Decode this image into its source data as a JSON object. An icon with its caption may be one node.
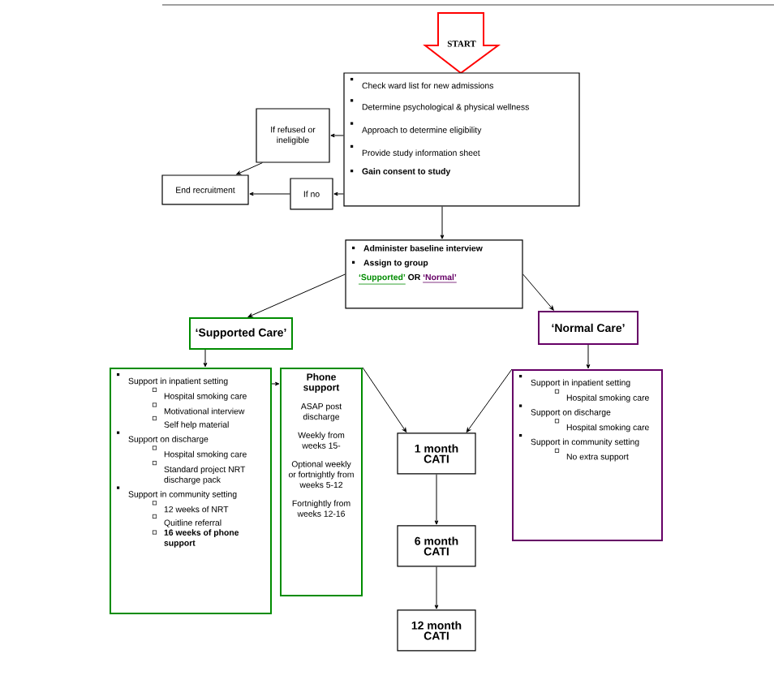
{
  "diagram": {
    "nodes": [
      {
        "text": [
          "START"
        ]
      },
      {
        "text": [
          "Check ward list for new admissions",
          "Determine psychological & physical wellness",
          "Approach to determine eligibility",
          "Provide study information sheet",
          "Gain consent to study"
        ]
      },
      {
        "text": [
          "If refused or ineligible"
        ]
      },
      {
        "text": [
          "If no"
        ]
      },
      {
        "text": [
          "End recruitment"
        ]
      },
      {
        "text": [
          "Administer baseline interview",
          "Assign to group",
          "‘Supported’",
          "OR",
          "‘Normal’"
        ]
      },
      {
        "text": [
          "‘Supported Care’"
        ]
      },
      {
        "text": [
          "‘Normal Care’"
        ]
      },
      {
        "text": [
          "Support in inpatient setting",
          "Hospital smoking care",
          "Motivational interview",
          "Self help material",
          "Support on discharge",
          "Hospital smoking care",
          "Standard project NRT discharge pack",
          "Support in community setting",
          "12 weeks of NRT",
          "Quitline referral",
          "16 weeks of phone support"
        ]
      },
      {
        "text": [
          "Phone support",
          "ASAP post discharge",
          "Weekly from weeks 15-",
          "Optional weekly or fortnightly from weeks 5-12",
          "Fortnightly from weeks 12-16"
        ]
      },
      {
        "text": [
          "1 month CATI"
        ]
      },
      {
        "text": [
          "6 month CATI"
        ]
      },
      {
        "text": [
          "12 month CATI"
        ]
      },
      {
        "text": [
          "Support in inpatient setting",
          "Hospital smoking care",
          "Support on discharge",
          "Hospital smoking care",
          "Support in community setting",
          "No extra support"
        ]
      }
    ],
    "edges": [
      {
        "from": 1,
        "to": 2,
        "arrow": "to"
      },
      {
        "from": 1,
        "to": 3,
        "arrow": "to"
      },
      {
        "from": 2,
        "to": 4,
        "arrow": "to"
      },
      {
        "from": 3,
        "to": 4,
        "arrow": "to"
      },
      {
        "from": 1,
        "to": 5,
        "arrow": "to"
      },
      {
        "from": 5,
        "to": 6,
        "arrow": "to"
      },
      {
        "from": 5,
        "to": 7,
        "arrow": "to"
      },
      {
        "from": 6,
        "to": 8,
        "arrow": "to"
      },
      {
        "from": 7,
        "to": 13,
        "arrow": "to"
      },
      {
        "from": 8,
        "to": 9,
        "arrow": "to"
      },
      {
        "from": 9,
        "to": 10,
        "arrow": "to"
      },
      {
        "from": 13,
        "to": 10,
        "arrow": "to"
      },
      {
        "from": 10,
        "to": 11,
        "arrow": "to"
      },
      {
        "from": 11,
        "to": 12,
        "arrow": "to"
      }
    ]
  }
}
